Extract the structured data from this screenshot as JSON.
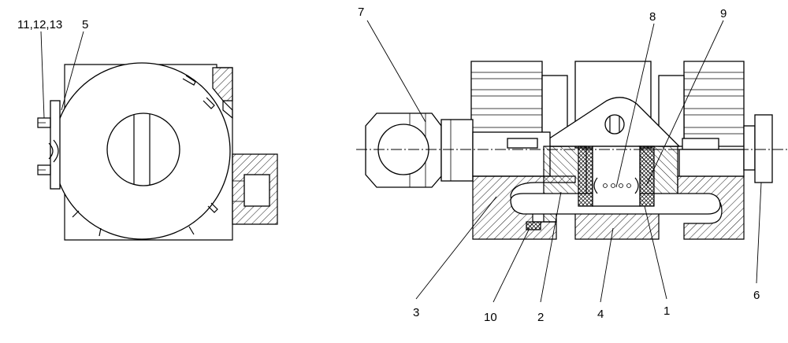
{
  "callouts": {
    "c11_12_13": "11,12,13",
    "c5": "5",
    "c7": "7",
    "c8": "8",
    "c9": "9",
    "c3": "3",
    "c10": "10",
    "c2": "2",
    "c4": "4",
    "c1": "1",
    "c6": "6"
  }
}
